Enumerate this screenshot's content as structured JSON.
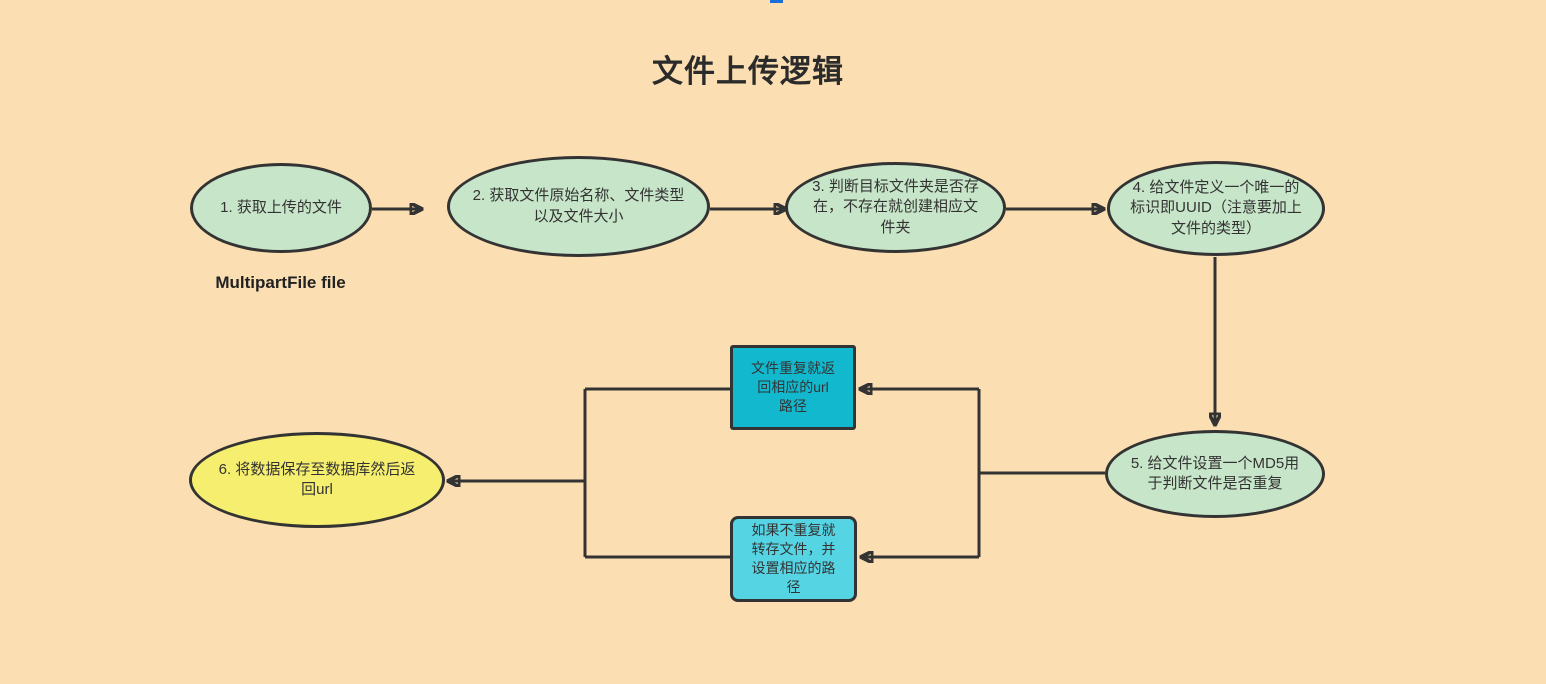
{
  "page": {
    "title": "文件上传逻辑",
    "background_color": "#FBDFB2"
  },
  "diagram": {
    "annotation": "MultipartFile file",
    "nodes": [
      {
        "id": "step-1",
        "shape": "ellipse",
        "fill": "#C7E5C8",
        "label": "1. 获取上传的文件"
      },
      {
        "id": "step-2",
        "shape": "ellipse",
        "fill": "#C7E5C8",
        "label": "2. 获取文件原始名称、文件类型\n以及文件大小"
      },
      {
        "id": "step-3",
        "shape": "ellipse",
        "fill": "#C7E5C8",
        "label": "3. 判断目标文件夹是否存\n在，不存在就创建相应文\n件夹"
      },
      {
        "id": "step-4",
        "shape": "ellipse",
        "fill": "#C7E5C8",
        "label": "4. 给文件定义一个唯一的\n标识即UUID（注意要加上\n文件的类型）"
      },
      {
        "id": "step-5",
        "shape": "ellipse",
        "fill": "#C7E5C8",
        "label": "5. 给文件设置一个MD5用\n于判断文件是否重复"
      },
      {
        "id": "branch-duplicate",
        "shape": "rect",
        "fill": "#12B9CE",
        "label": "文件重复就返\n回相应的url\n路径"
      },
      {
        "id": "branch-not-duplicate",
        "shape": "rect",
        "fill": "#55D4E4",
        "label": "如果不重复就\n转存文件，并\n设置相应的路\n径"
      },
      {
        "id": "step-6",
        "shape": "ellipse",
        "fill": "#F6EE6F",
        "label": "6. 将数据保存至数据库然后返\n回url"
      }
    ],
    "edges": [
      {
        "from": "step-1",
        "to": "step-2"
      },
      {
        "from": "step-2",
        "to": "step-3"
      },
      {
        "from": "step-3",
        "to": "step-4"
      },
      {
        "from": "step-4",
        "to": "step-5"
      },
      {
        "from": "step-5",
        "to": "branch-duplicate"
      },
      {
        "from": "step-5",
        "to": "branch-not-duplicate"
      },
      {
        "from": "branch-duplicate",
        "to": "step-6"
      },
      {
        "from": "branch-not-duplicate",
        "to": "step-6"
      }
    ],
    "colors": {
      "node_green": "#C7E5C8",
      "node_yellow": "#F6EE6F",
      "node_cyan_dark": "#12B9CE",
      "node_cyan_light": "#55D4E4",
      "line": "#333333",
      "artifact_blue": "#1B6FD8"
    }
  }
}
